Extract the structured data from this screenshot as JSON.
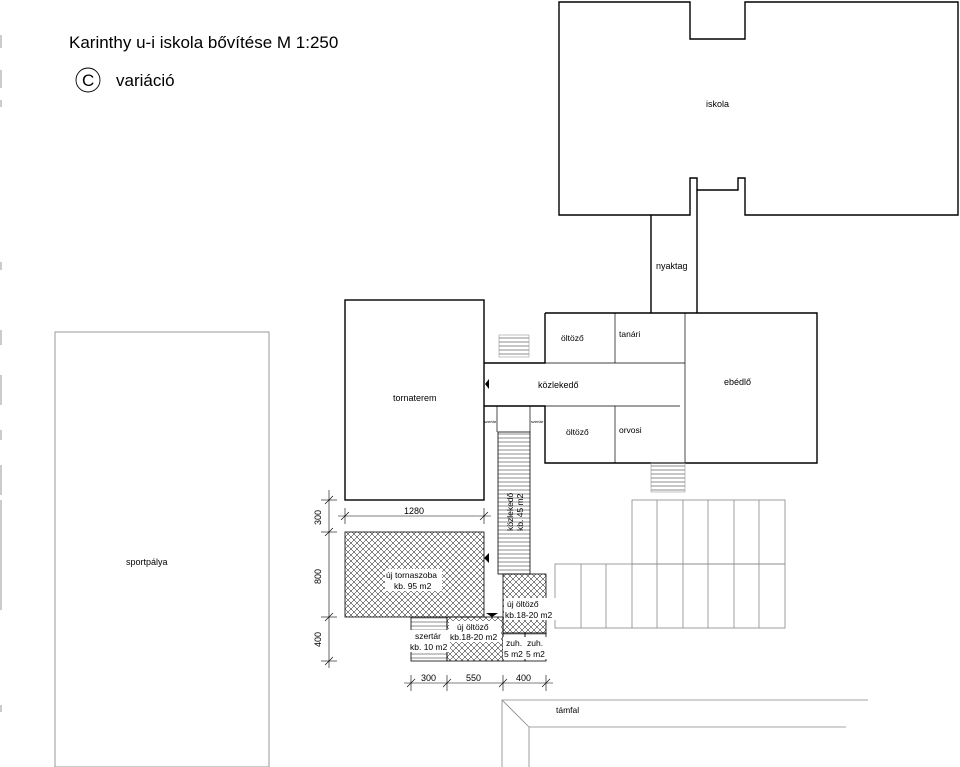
{
  "header": {
    "title": "Karinthy u-i iskola bővítése  M 1:250",
    "variant_letter": "C",
    "variant_label": "variáció"
  },
  "rooms": {
    "iskola": "iskola",
    "nyaktag": "nyaktag",
    "oltozo_top": "öltöző",
    "tanari": "tanári",
    "kozlekedo": "közlekedő",
    "ebedlo": "ebédlő",
    "tornaterem": "tornaterem",
    "szertar_left": "szertár",
    "szertar_right": "szertár",
    "oltozo_bottom": "öltöző",
    "orvosi": "orvosi",
    "sportpalya": "sportpálya",
    "corridor_new_1": "közlekedő",
    "corridor_new_2": "kb. 45 m2",
    "uj_tornaszoba_1": "új tornaszoba",
    "uj_tornaszoba_2": "kb. 95 m2",
    "uj_oltozo_a_1": "új öltöző",
    "uj_oltozo_a_2": "kb.18-20 m2",
    "uj_oltozo_b_1": "új öltöző",
    "uj_oltozo_b_2": "kb.18-20 m2",
    "szertar_new_1": "szertár",
    "szertar_new_2": "kb. 10 m2",
    "zuh_a_1": "zuh.",
    "zuh_a_2": "5 m2",
    "zuh_b_1": "zuh.",
    "zuh_b_2": "5 m2",
    "tamfal": "támfal"
  },
  "dimensions": {
    "top_width": "1280",
    "v_300": "300",
    "v_800": "800",
    "v_400": "400",
    "b_300": "300",
    "b_550": "550",
    "b_400": "400"
  }
}
